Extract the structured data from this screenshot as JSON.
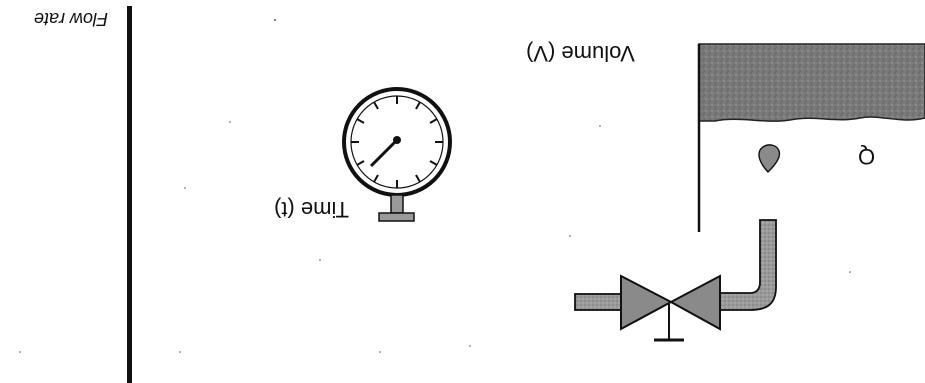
{
  "figure": {
    "labels": {
      "flow_rate": "Flow rate",
      "volume": "Volume (V)",
      "time": "Time (t)",
      "q": "Q"
    },
    "colors": {
      "ink": "#111111",
      "tank_fill": "#7a7a7a",
      "valve_fill": "#8a8a8a",
      "pipe_fill": "#9a9a9a",
      "background": "#ffffff"
    },
    "icons": {
      "gauge": "pressure-gauge-icon",
      "valve": "valve-icon",
      "droplet": "droplet-icon"
    },
    "orientation": "upside-down"
  }
}
